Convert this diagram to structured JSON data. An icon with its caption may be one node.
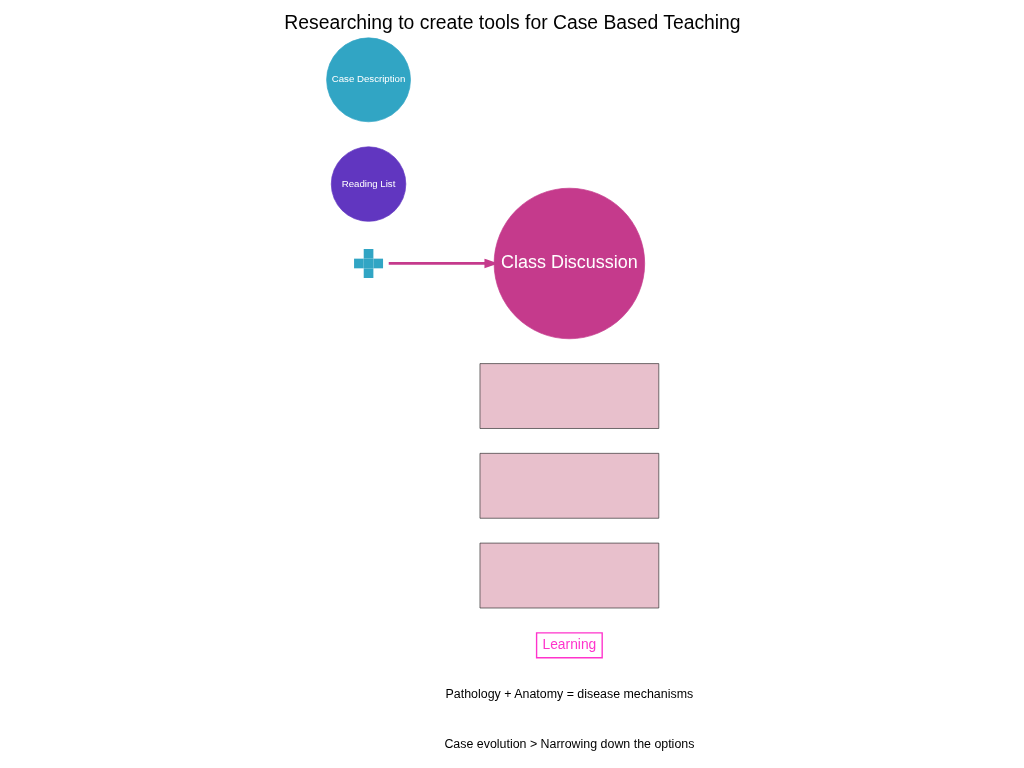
{
  "diagram": {
    "title": "Researching to create tools for Case Based Teaching",
    "nodes": [
      {
        "text": [
          "Case Description"
        ]
      },
      {
        "text": [],
        "shape": "cross"
      },
      {
        "text": [
          "Reading List"
        ]
      },
      {
        "text": [
          "Class Discussion"
        ]
      },
      {
        "text": [],
        "shape": "box"
      },
      {
        "text": [],
        "shape": "box"
      },
      {
        "text": [],
        "shape": "box"
      },
      {
        "text": [
          "Learning"
        ]
      }
    ],
    "edges": [
      {
        "from": 1,
        "to": 3,
        "arrow": "to"
      }
    ],
    "labels": [
      "Pathology + Anatomy = disease mechanisms",
      "Case evolution > Narrowing down the options"
    ]
  }
}
